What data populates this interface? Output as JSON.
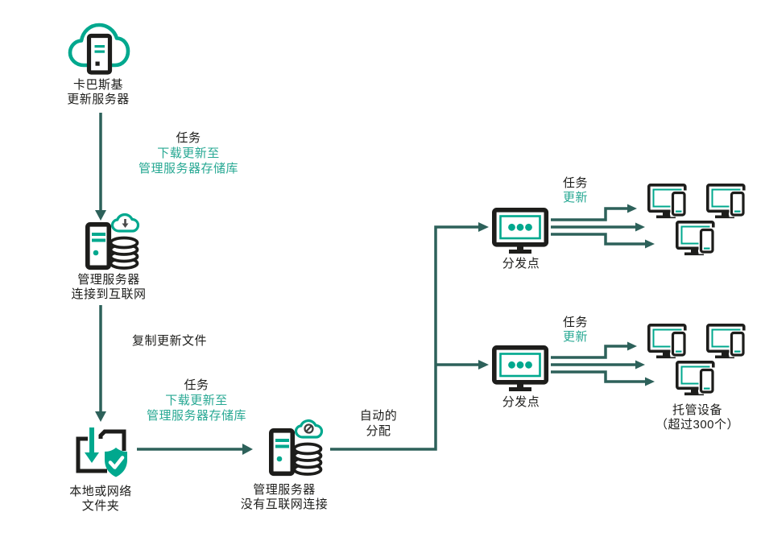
{
  "colors": {
    "background": "#ffffff",
    "ink": "#1d1d1b",
    "accent_teal": "#00a88e",
    "teal_text": "#27a893",
    "connector": "#2d615a",
    "cloud_glyph_gray": "#4a4a4a"
  },
  "nodes": {
    "kaspersky_server": {
      "label_line1": "卡巴斯基",
      "label_line2": "更新服务器"
    },
    "admin_server_online": {
      "label_line1": "管理服务器",
      "label_line2": "连接到互联网"
    },
    "local_folder": {
      "label_line1": "本地或网络",
      "label_line2": "文件夹"
    },
    "admin_server_offline": {
      "label_line1": "管理服务器",
      "label_line2": "没有互联网连接"
    },
    "distribution_point_top": {
      "label": "分发点"
    },
    "distribution_point_bottom": {
      "label": "分发点"
    },
    "managed_devices": {
      "label_line1": "托管设备",
      "label_line2": "（超过300个）"
    }
  },
  "annotations": {
    "task_download_top": {
      "line1": "任务",
      "line2": "下载更新至",
      "line3": "管理服务器存储库"
    },
    "copy_files": {
      "text": "复制更新文件"
    },
    "task_download_bottom": {
      "line1": "任务",
      "line2": "下载更新至",
      "line3": "管理服务器存储库"
    },
    "auto_distribution": {
      "line1": "自动的",
      "line2": "分配"
    },
    "task_update_top": {
      "line1": "任务",
      "line2": "更新"
    },
    "task_update_bottom": {
      "line1": "任务",
      "line2": "更新"
    }
  },
  "icons": {
    "kaspersky-update-server-icon": "teal cloud outline with black server tower",
    "admin-server-internet-icon": "black server tower + database stack + teal cloud with download arrow",
    "admin-server-no-internet-icon": "black server tower + database stack + teal cloud with blocked sign",
    "local-folder-icon": "black folder outline, teal download arrow, teal shield with white check",
    "distribution-point-icon": "black monitor, teal inner frame, three teal dots",
    "managed-device-icon": "black monitor with teal screen frame and smartphone"
  }
}
